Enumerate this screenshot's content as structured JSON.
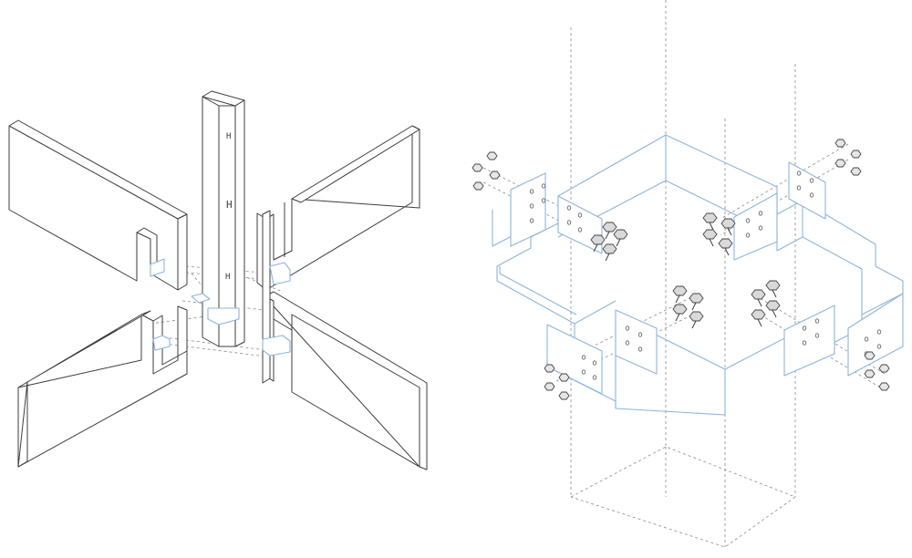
{
  "figure": {
    "panels": [
      {
        "name": "timber-joint-exploded",
        "role": "left"
      },
      {
        "name": "steel-bracket-exploded",
        "role": "right"
      }
    ]
  },
  "colors": {
    "accent": "#8cb4dc",
    "line": "#3c3c3c",
    "dashed": "#8a8a8a",
    "background": "#ffffff"
  }
}
